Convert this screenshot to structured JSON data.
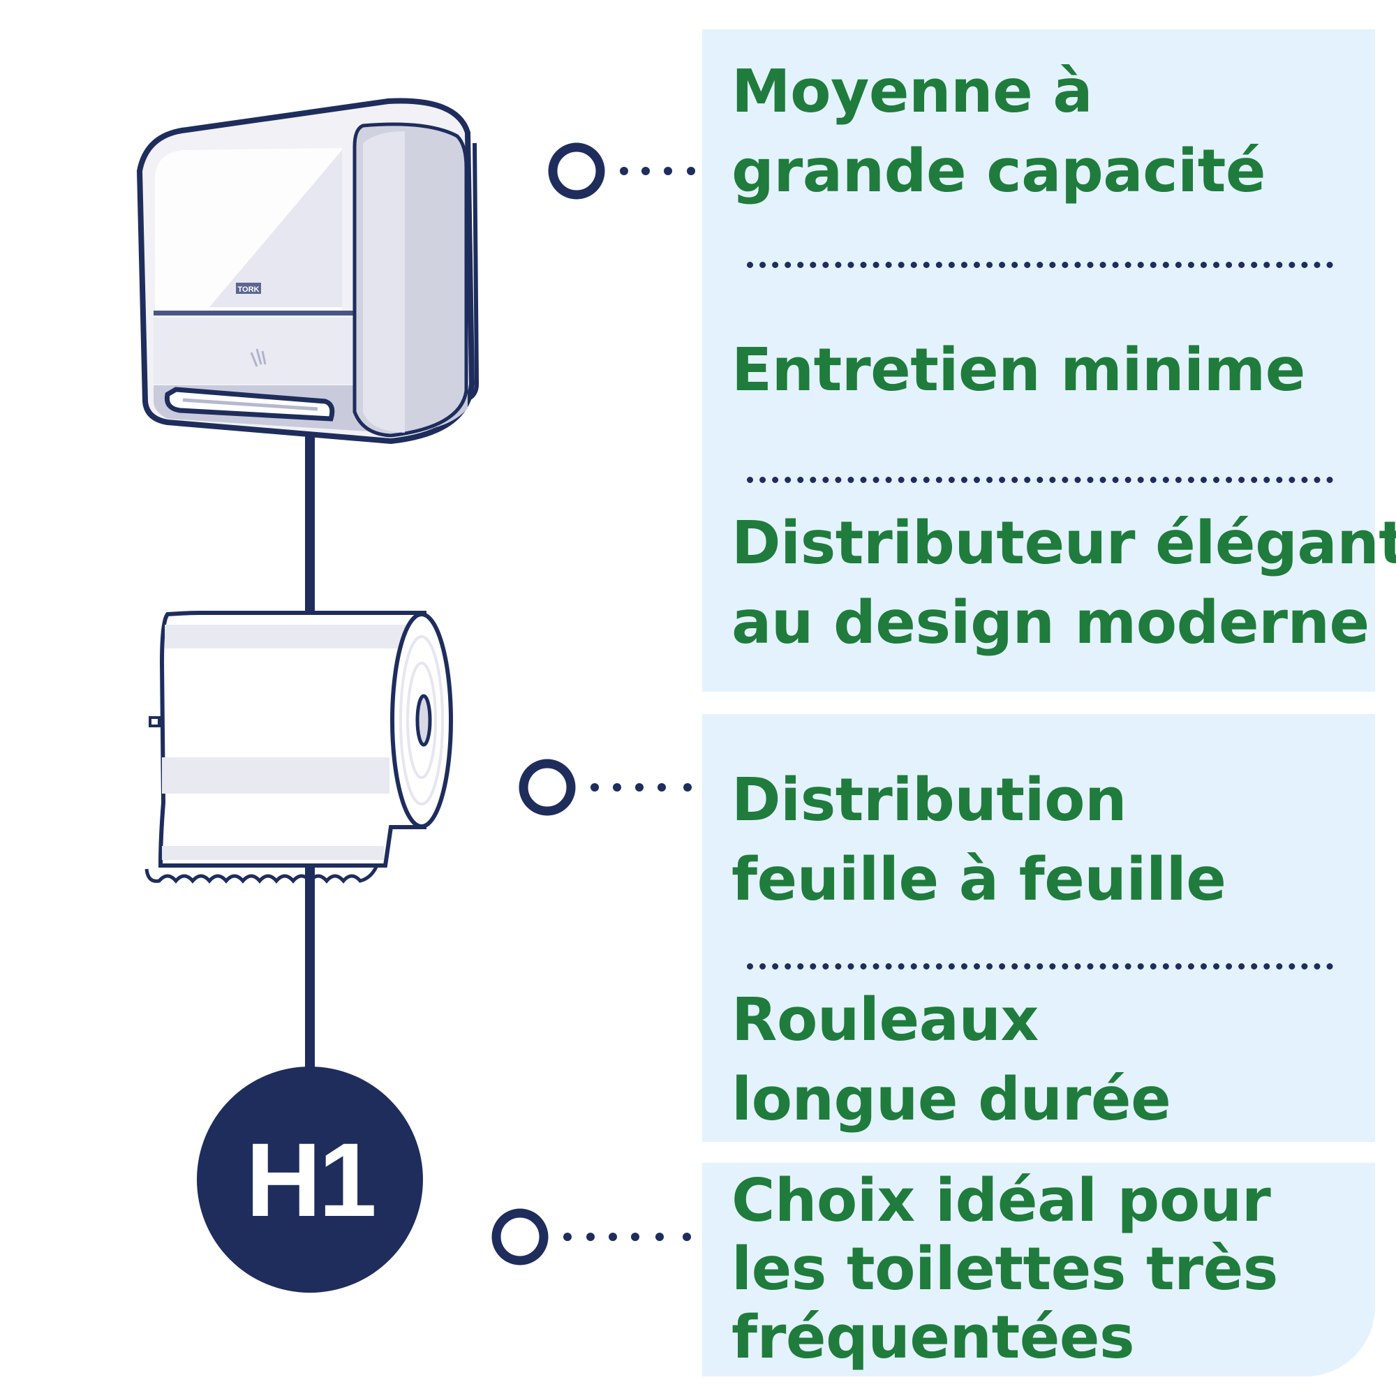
{
  "features": {
    "group1": [
      {
        "lines": [
          "Moyenne à",
          "grande capacité"
        ]
      },
      {
        "lines": [
          "Entretien minime"
        ]
      },
      {
        "lines": [
          "Distributeur élégant",
          "au design moderne"
        ]
      }
    ],
    "group2": [
      {
        "lines": [
          "Distribution",
          "feuille à feuille"
        ]
      },
      {
        "lines": [
          "Rouleaux",
          "longue durée"
        ]
      }
    ],
    "group3": [
      {
        "lines": [
          "Choix idéal pour",
          "les toilettes très",
          "fréquentées"
        ]
      }
    ]
  },
  "badge": {
    "label": "H1"
  },
  "dispenser": {
    "brand": "TORK"
  },
  "colors": {
    "text": "#1f7c3c",
    "navy": "#1e2d5c",
    "panel": "#e4f2fd"
  },
  "icons": [
    "dispenser-icon",
    "paper-roll-icon",
    "connector-dot-icon",
    "touchless-hand-icon"
  ]
}
